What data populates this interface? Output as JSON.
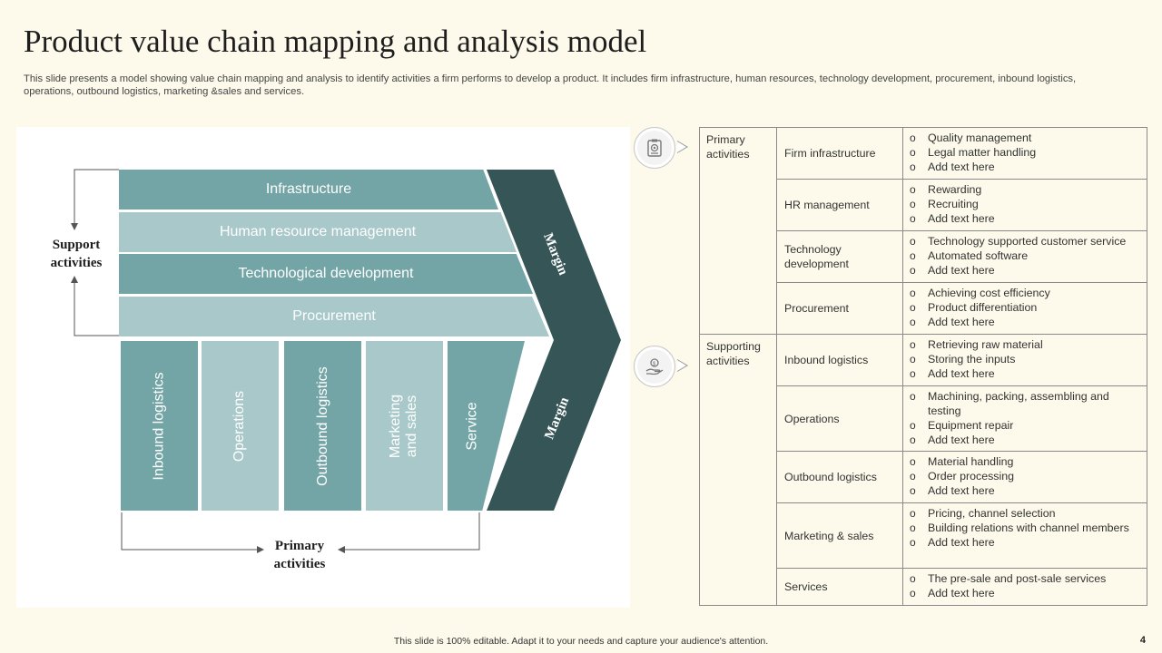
{
  "title": "Product value chain mapping and analysis model",
  "subtitle": "This slide presents a model showing value chain mapping and analysis to identify activities a firm performs to develop a product. It includes firm infrastructure, human resources, technology development, procurement, inbound logistics, operations, outbound logistics, marketing &sales and services.",
  "diagram": {
    "support_bands": [
      "Infrastructure",
      "Human resource management",
      "Technological development",
      "Procurement"
    ],
    "primary_columns": [
      "Inbound logistics",
      "Operations",
      "Outbound logistics",
      "Marketing\nand sales",
      "Service"
    ],
    "margin_top": "Margin",
    "margin_bottom": "Margin",
    "support_label": "Support\nactivities",
    "primary_label": "Primary\nactivities"
  },
  "icons": [
    "clipboard-gear-icon",
    "hand-money-icon"
  ],
  "colors": {
    "dark_teal": "#73a5a7",
    "light_teal": "#a8c8c9",
    "margin_chevron": "#365557",
    "background": "#fdfaeb"
  },
  "table": {
    "groups": [
      {
        "category": "Primary activities",
        "rows": [
          {
            "activity": "Firm infrastructure",
            "points": [
              "Quality management",
              "Legal matter handling",
              "Add text here"
            ]
          },
          {
            "activity": "HR management",
            "points": [
              "Rewarding",
              "Recruiting",
              "Add text here"
            ]
          },
          {
            "activity": "Technology development",
            "points": [
              "Technology supported customer service",
              "Automated software",
              "Add text here"
            ]
          },
          {
            "activity": "Procurement",
            "points": [
              "Achieving cost efficiency",
              "Product differentiation",
              "Add text here"
            ]
          }
        ]
      },
      {
        "category": "Supporting activities",
        "rows": [
          {
            "activity": "Inbound logistics",
            "points": [
              "Retrieving raw material",
              "Storing the inputs",
              "Add text here"
            ]
          },
          {
            "activity": "Operations",
            "points": [
              "Machining, packing, assembling and testing",
              "Equipment repair",
              "Add text here"
            ]
          },
          {
            "activity": "Outbound logistics",
            "points": [
              "Material handling",
              "Order processing",
              "Add text here"
            ]
          },
          {
            "activity": "Marketing & sales",
            "points": [
              "Pricing, channel selection",
              "Building relations with channel members",
              "Add text here"
            ]
          },
          {
            "activity": "Services",
            "points": [
              "The pre-sale and post-sale services",
              "Add text here"
            ]
          }
        ]
      }
    ],
    "bullet": "o"
  },
  "footer": "This slide is 100% editable.  Adapt it to your needs and capture your audience's attention.",
  "page_number": "4"
}
